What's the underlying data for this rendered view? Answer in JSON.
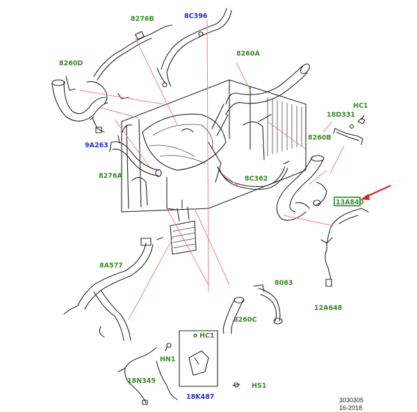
{
  "colors": {
    "green_label": "#3a8a2a",
    "blue_label": "#2230c8",
    "leader": "#f08080",
    "highlight_box": "#2e9a2e",
    "arrow": "#e02020"
  },
  "labels": {
    "l8276B": "8276B",
    "l8C396": "8C396",
    "l8260D": "8260D",
    "l8260A": "8260A",
    "l9A263": "9A263",
    "l8276A": "8276A",
    "lHC1a": "HC1",
    "l18D331": "18D331",
    "l8260B": "8260B",
    "l8C362": "8C362",
    "l13A840": "13A840",
    "l8A577": "8A577",
    "l8063": "8063",
    "l8260C": "8260C",
    "l12A648": "12A648",
    "lHC1b": "HC1",
    "lHN1": "HN1",
    "l18N345": "18N345",
    "l18K487": "18K487",
    "lHS1": "HS1"
  },
  "reference": {
    "number": "3030305",
    "date": "16-2018"
  }
}
